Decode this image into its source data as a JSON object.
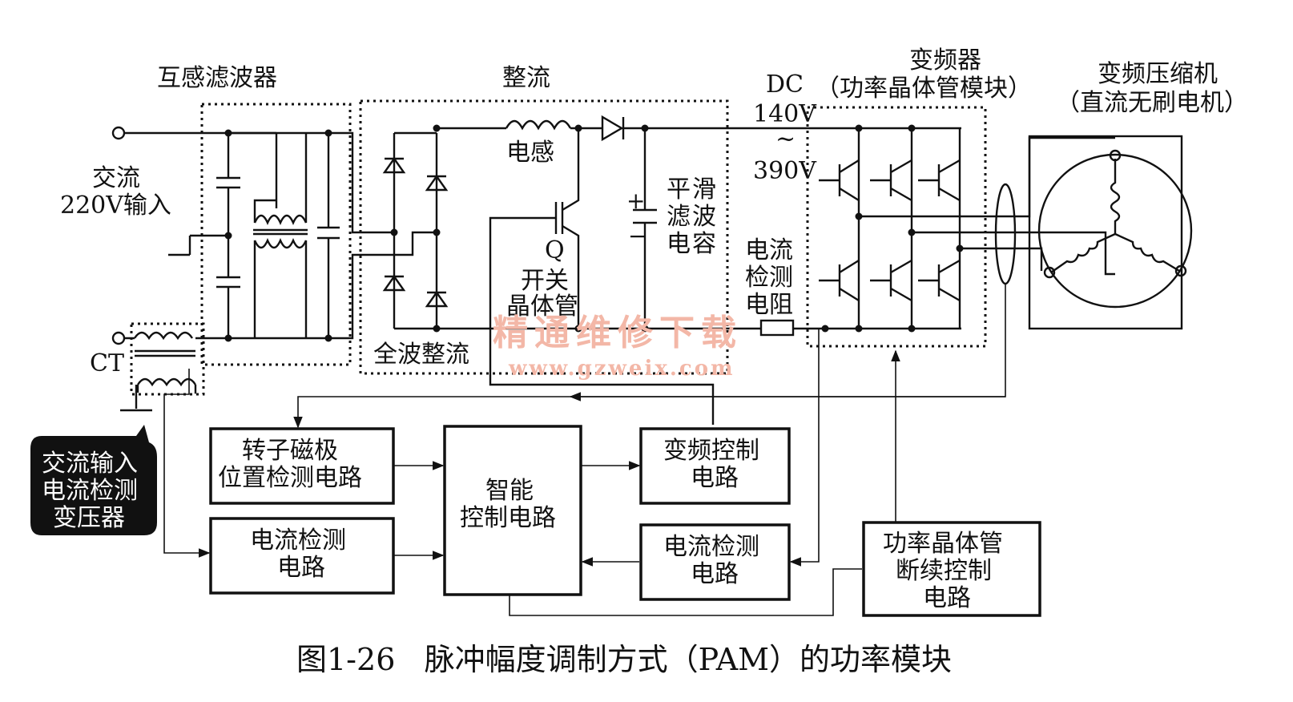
{
  "labels": {
    "filter": "互感滤波器",
    "rectify": "整流",
    "dc": "DC",
    "dc_high": "140V",
    "dc_tilde": "~",
    "dc_low": "390V",
    "inverter": "变频器",
    "inverter_sub": "（功率晶体管模块）",
    "compressor": "变频压缩机",
    "compressor_sub": "（直流无刷电机）",
    "ac_in_1": "交流",
    "ac_in_2": "220V输入",
    "inductor": "电感",
    "q": "Q",
    "switch_1": "开关",
    "switch_2": "晶体管",
    "smooth_1": "平",
    "smooth_2": "滤",
    "smooth_3": "电",
    "smooth_4": "滑",
    "smooth_5": "波",
    "smooth_6": "容",
    "sense_1": "电流",
    "sense_2": "检测",
    "sense_3": "电阻",
    "full_wave": "全波整流",
    "ct": "CT",
    "callout_1": "交流输入",
    "callout_2": "电流检测",
    "callout_3": "变压器"
  },
  "blocks": {
    "rotor_1": "转子磁极",
    "rotor_2": "位置检测电路",
    "current_a_1": "电流检测",
    "current_a_2": "电路",
    "smart_1": "智能",
    "smart_2": "控制电路",
    "vf_1": "变频控制",
    "vf_2": "电路",
    "current_b_1": "电流检测",
    "current_b_2": "电路",
    "power_1": "功率晶体管",
    "power_2": "断续控制",
    "power_3": "电路"
  },
  "watermark": {
    "text": "精通维修下载",
    "url": "www.gzweix.com"
  },
  "caption": "图1-26   脉冲幅度调制方式（PAM）的功率模块"
}
